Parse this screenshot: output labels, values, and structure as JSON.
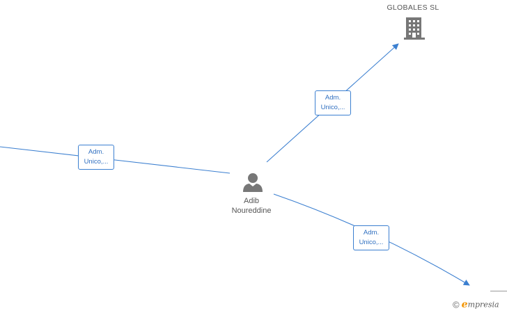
{
  "nodes": {
    "company": {
      "name": "GLOBALES  SL",
      "icon": "building-icon",
      "color": "#777777"
    },
    "person": {
      "name_line1": "Adib",
      "name_line2": "Noureddine",
      "icon": "person-icon",
      "color": "#777777"
    }
  },
  "edges": [
    {
      "role_line1": "Adm.",
      "role_line2": "Unico,...",
      "direction": "to-company"
    },
    {
      "role_line1": "Adm.",
      "role_line2": "Unico,...",
      "direction": "from-left-offscreen"
    },
    {
      "role_line1": "Adm.",
      "role_line2": "Unico,...",
      "direction": "to-bottom-right-offscreen"
    }
  ],
  "colors": {
    "edge": "#3b7fd0",
    "label_text": "#2f6fc0",
    "brand_accent": "#f29400"
  },
  "footer": {
    "copyright_symbol": "©",
    "brand_initial": "e",
    "brand_rest": "mpresia"
  }
}
